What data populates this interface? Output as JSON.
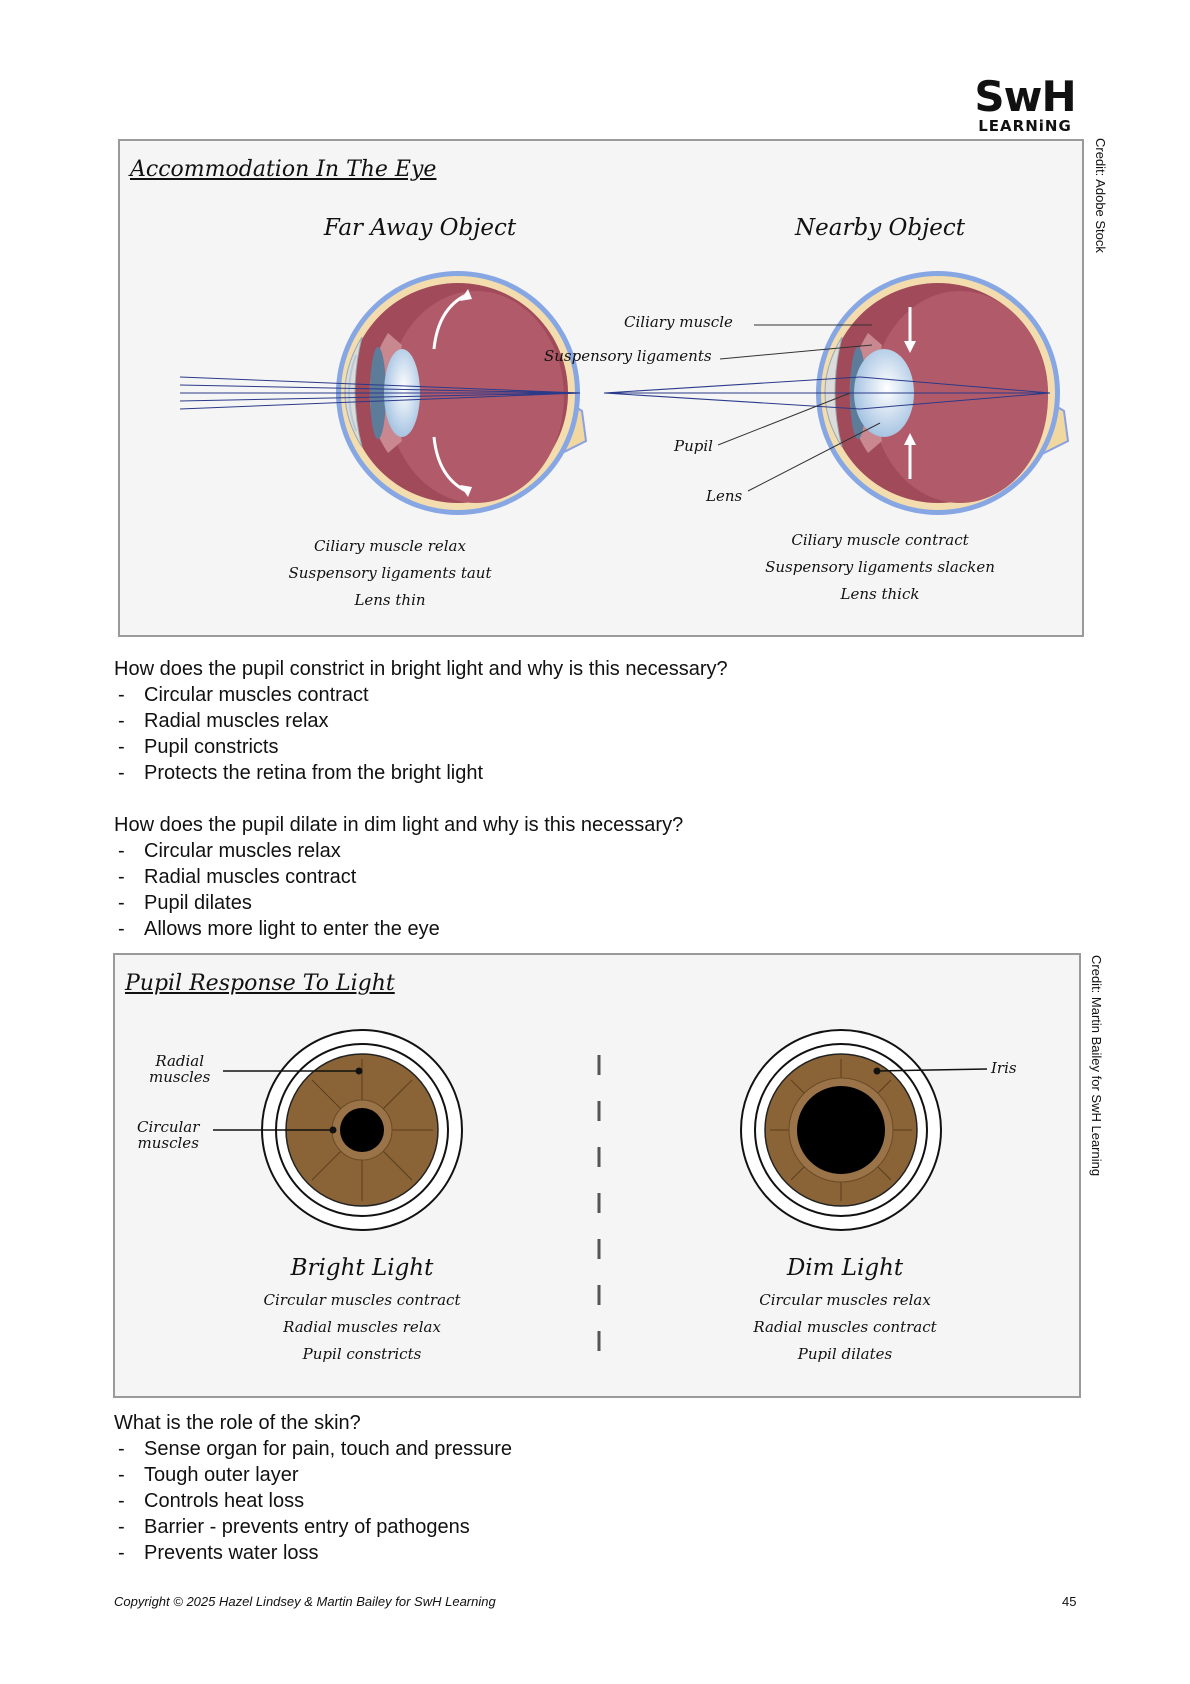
{
  "logo": {
    "line1": "SwH",
    "line2": "LEARNiNG"
  },
  "credits": {
    "eye": "Credit: Adobe Stock",
    "pupil": "Credit: Martin Bailey for SwH Learning"
  },
  "accommodation": {
    "title": "Accommodation In The Eye",
    "far": {
      "heading": "Far Away Object",
      "captions": [
        "Ciliary muscle relax",
        "Suspensory ligaments taut",
        "Lens thin"
      ]
    },
    "near": {
      "heading": "Nearby Object",
      "captions": [
        "Ciliary muscle contract",
        "Suspensory ligaments slacken",
        "Lens thick"
      ]
    },
    "labels": {
      "ciliary": "Ciliary muscle",
      "suspensory": "Suspensory ligaments",
      "pupil": "Pupil",
      "lens": "Lens"
    }
  },
  "qa1": {
    "question": "How does the pupil constrict in bright light and why is this necessary?",
    "answers": [
      "Circular muscles contract",
      "Radial muscles relax",
      "Pupil constricts",
      "Protects the retina from the bright light"
    ]
  },
  "qa2": {
    "question": "How does the pupil dilate in dim light and why is this necessary?",
    "answers": [
      "Circular muscles relax",
      "Radial muscles contract",
      "Pupil dilates",
      "Allows more light to enter the eye"
    ]
  },
  "pupil_response": {
    "title": "Pupil Response To Light",
    "labels": {
      "radial": [
        "Radial",
        "muscles"
      ],
      "circular": [
        "Circular",
        "muscles"
      ],
      "iris": "Iris"
    },
    "bright": {
      "heading": "Bright Light",
      "captions": [
        "Circular muscles contract",
        "Radial muscles relax",
        "Pupil constricts"
      ]
    },
    "dim": {
      "heading": "Dim Light",
      "captions": [
        "Circular muscles relax",
        "Radial muscles contract",
        "Pupil dilates"
      ]
    }
  },
  "qa3": {
    "question": "What is the role of the skin?",
    "answers": [
      "Sense organ for pain, touch and pressure",
      "Tough outer layer",
      "Controls heat loss",
      "Barrier - prevents entry of pathogens",
      "Prevents water loss"
    ]
  },
  "footer": {
    "copyright": "Copyright © 2025 Hazel Lindsey & Martin Bailey for SwH Learning",
    "page": "45"
  }
}
